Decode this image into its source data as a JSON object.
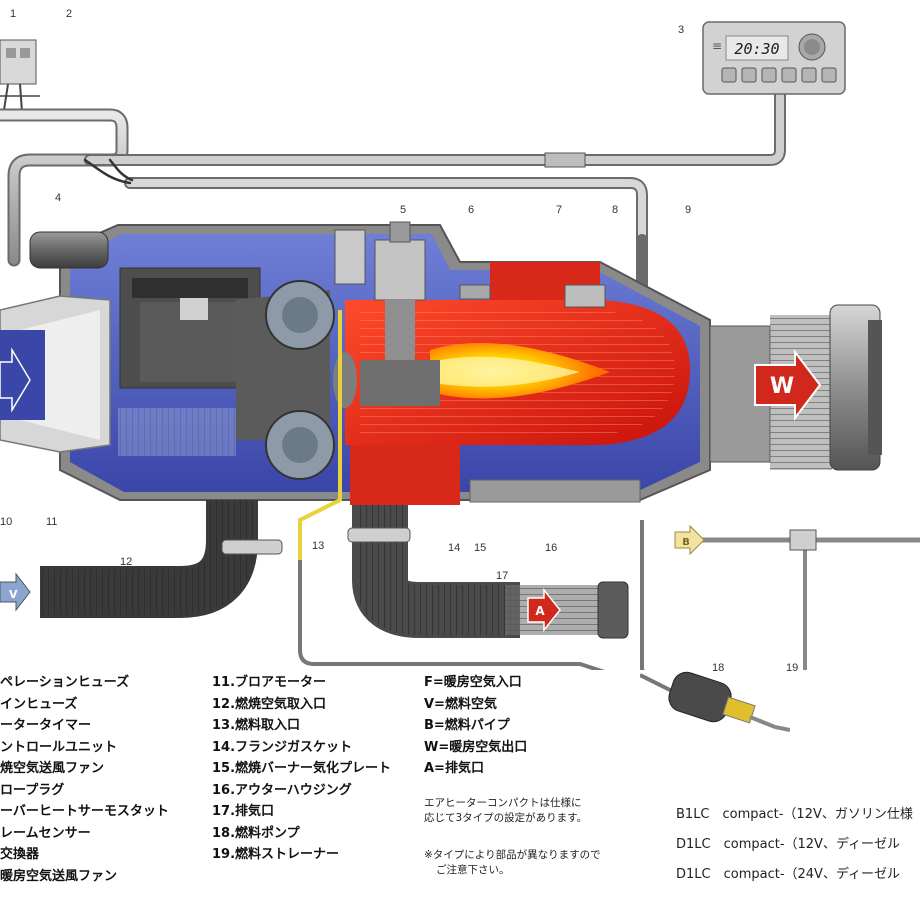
{
  "callouts": [
    "1",
    "2",
    "3",
    "4",
    "5",
    "6",
    "7",
    "8",
    "9",
    "10",
    "11",
    "12",
    "13",
    "14",
    "15",
    "16",
    "17",
    "18",
    "19"
  ],
  "timer_display": "20:30",
  "flow_markers": {
    "v": "V",
    "w": "W",
    "a": "A",
    "b": "B"
  },
  "legend_left": [
    "ペレーションヒューズ",
    "インヒューズ",
    "ータータイマー",
    "ントロールユニット",
    "焼空気送風ファン",
    "ロープラグ",
    "ーバーヒートサーモスタット",
    "レームセンサー",
    "交換器",
    "暖房空気送風ファン"
  ],
  "legend_middle": [
    "11.ブロアモーター",
    "12.燃焼空気取入口",
    "13.燃料取入口",
    "14.フランジガスケット",
    "15.燃焼バーナー気化プレート",
    "16.アウターハウジング",
    "17.排気口",
    "18.燃料ポンプ",
    "19.燃料ストレーナー"
  ],
  "legend_codes": [
    "F=暖房空気入口",
    "V=燃料空気",
    "B=燃料パイプ",
    "W=暖房空気出口",
    "A=排気口"
  ],
  "note_lines": [
    "エアヒーターコンパクトは仕様に",
    "応じて3タイプの設定があります。"
  ],
  "footnote_lines": [
    "※タイプにより部品が異なりますので",
    "ご注意下さい。"
  ],
  "models": [
    "B1LC　compact-（12V、ガソリン仕様",
    "D1LC　compact-（12V、ディーゼル",
    "D1LC　compact-（24V、ディーゼル"
  ]
}
